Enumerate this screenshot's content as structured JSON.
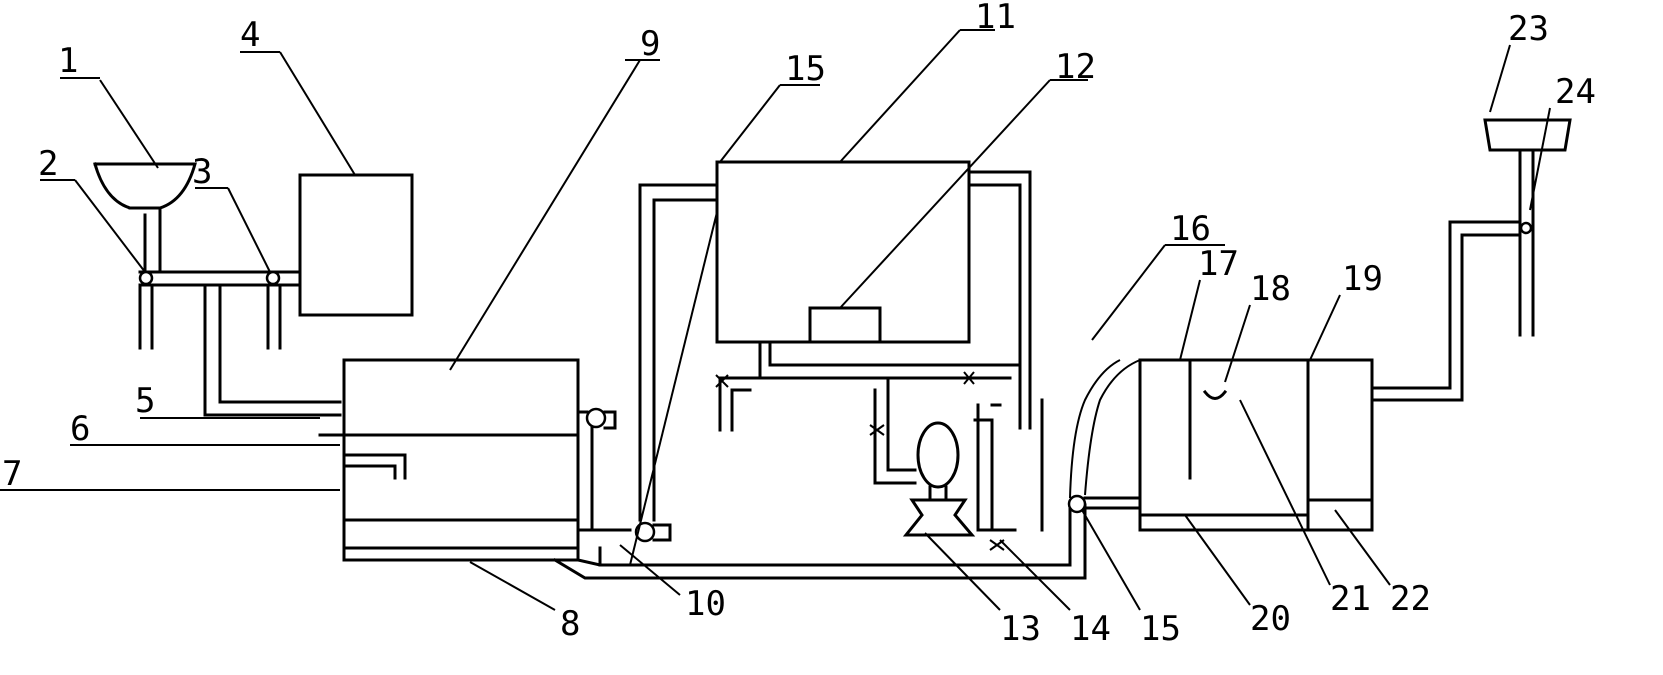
{
  "labels": {
    "l1": "1",
    "l2": "2",
    "l3": "3",
    "l4": "4",
    "l5": "5",
    "l6": "6",
    "l7": "7",
    "l8": "8",
    "l9": "9",
    "l10": "10",
    "l11": "11",
    "l12": "12",
    "l13": "13",
    "l14": "14",
    "l15a": "15",
    "l15b": "15",
    "l16": "16",
    "l17": "17",
    "l18": "18",
    "l19": "19",
    "l20": "20",
    "l21": "21",
    "l22": "22",
    "l23": "23",
    "l24": "24"
  }
}
